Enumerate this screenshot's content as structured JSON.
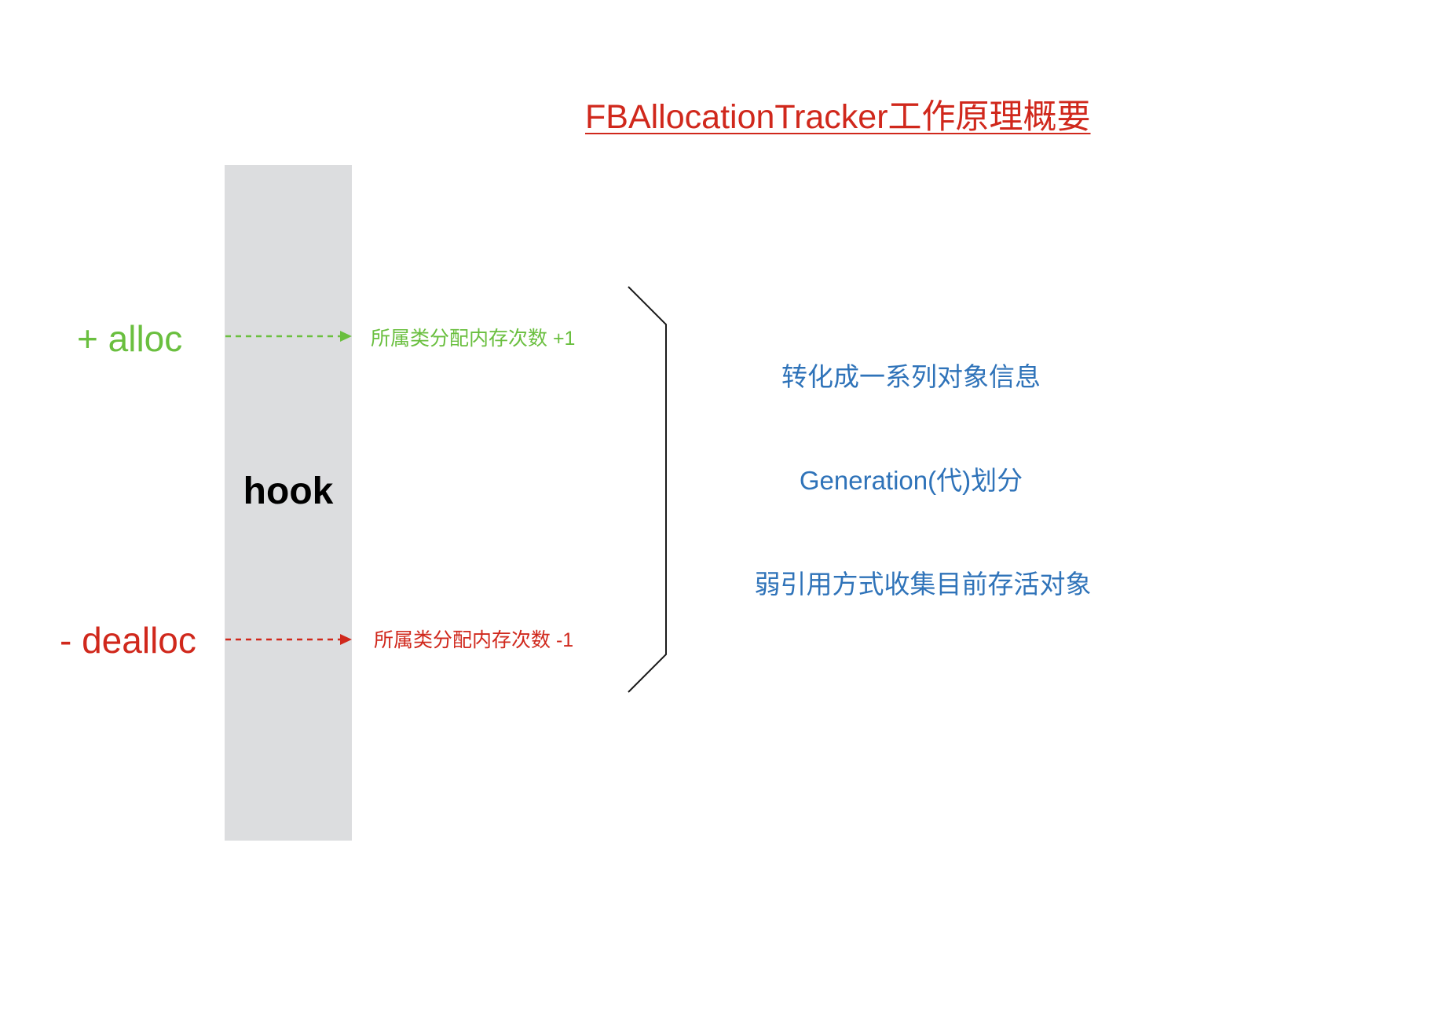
{
  "title": "FBAllocationTracker工作原理概要",
  "hook": {
    "label": "hook"
  },
  "events": {
    "alloc": {
      "label": "+ alloc",
      "note": "所属类分配内存次数 +1"
    },
    "dealloc": {
      "label": "- dealloc",
      "note": "所属类分配内存次数 -1"
    }
  },
  "summary": [
    "转化成一系列对象信息",
    "Generation(代)划分",
    "弱引用方式收集目前存活对象"
  ],
  "colors": {
    "title": "#d0281c",
    "alloc": "#6abf3f",
    "dealloc": "#d0281c",
    "summary": "#2f73b9",
    "hook_bar": "#dcdddf",
    "brace": "#1a1a1a"
  }
}
